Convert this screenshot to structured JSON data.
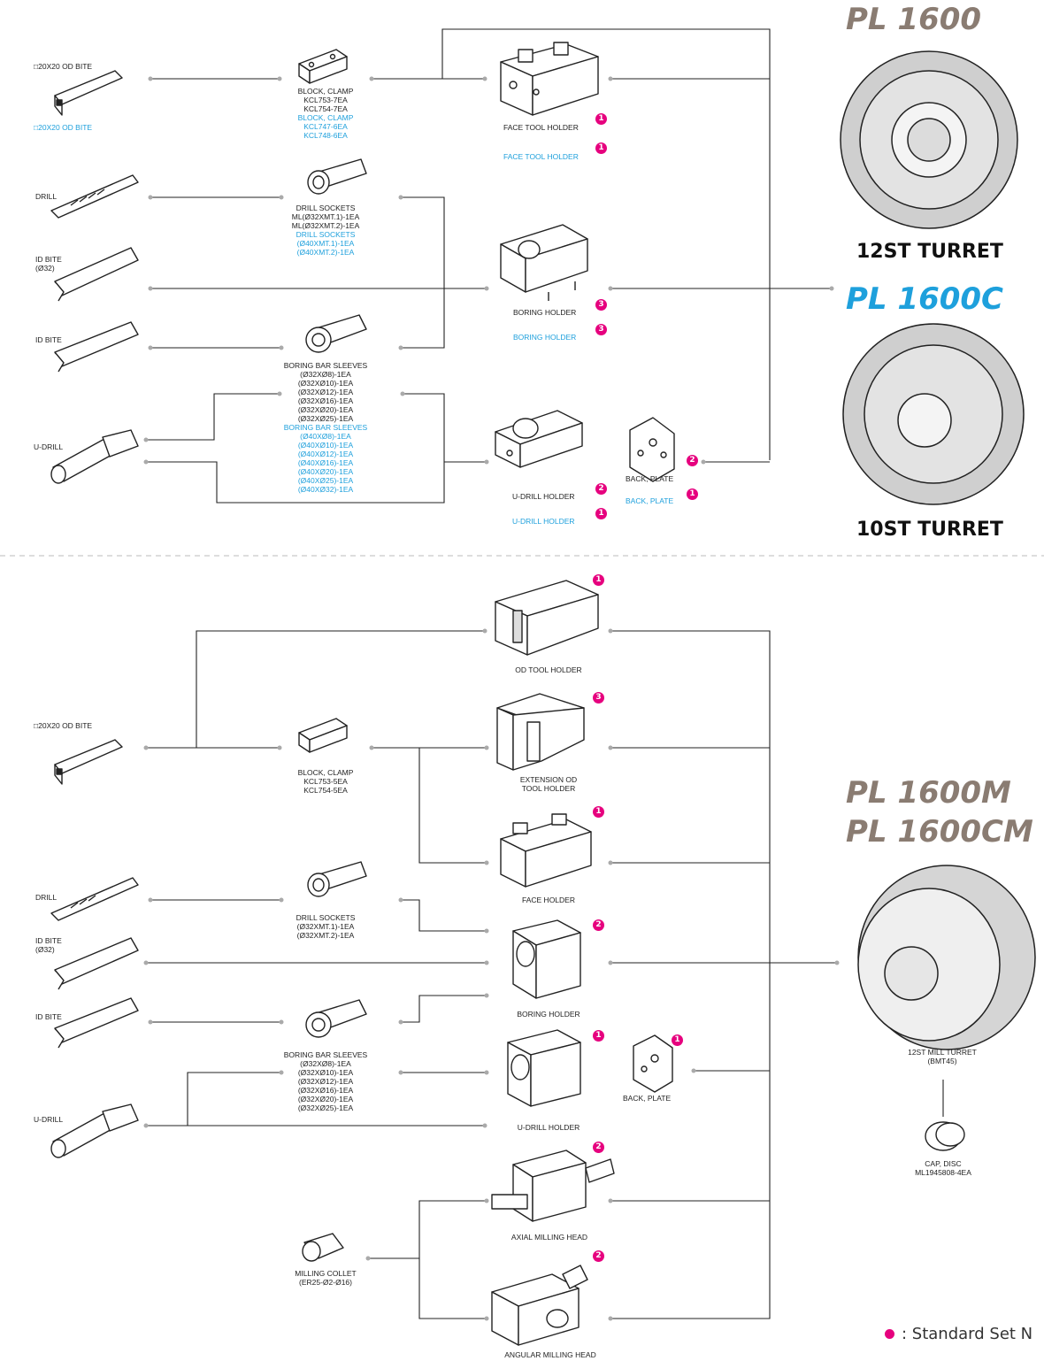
{
  "colors": {
    "badge": "#e6007e",
    "accent": "#1ea0dc",
    "brand": "#8a7c72"
  },
  "models": {
    "pl1600": "PL 1600",
    "pl1600c": "PL 1600C",
    "pl1600m": "PL 1600M",
    "pl1600cm": "PL 1600CM"
  },
  "turrets": {
    "t12": "12ST TURRET",
    "t10": "10ST TURRET",
    "mill1": "12ST MILL TURRET",
    "mill2": "(BMT45)"
  },
  "top": {
    "od_bite": "□20x20  OD  BITE",
    "od_bite_c": "□20x20  OD  BITE",
    "drill": "DRILL",
    "id_bite_32_a": "ID  BITE",
    "id_bite_32_b": "(ø32)",
    "id_bite": "ID  BITE",
    "udrill": "U-DRILL",
    "block": [
      "BLOCK, CLAMP",
      "KCL753-7EA",
      "KCL754-7EA"
    ],
    "block_c": [
      "BLOCK, CLAMP",
      "KCL747-6EA",
      "KCL748-6EA"
    ],
    "sockets": [
      "DRILL SOCKETS",
      "ML(ø32xMT.1)-1EA",
      "ML(ø32xMT.2)-1EA"
    ],
    "sockets_c": [
      "DRILL SOCKETS",
      "(ø40xMT.1)-1EA",
      "(ø40xMT.2)-1EA"
    ],
    "sleeves": [
      "BORING BAR SLEEVES",
      "(ø32xø8)-1EA",
      "(ø32xø10)-1EA",
      "(ø32xø12)-1EA",
      "(ø32xø16)-1EA",
      "(ø32xø20)-1EA",
      "(ø32xø25)-1EA"
    ],
    "sleeves_c": [
      "BORING BAR SLEEVES",
      "(ø40xø8)-1EA",
      "(ø40xø10)-1EA",
      "(ø40xø12)-1EA",
      "(ø40xø16)-1EA",
      "(ø40xø20)-1EA",
      "(ø40xø25)-1EA",
      "(ø40xø32)-1EA"
    ],
    "face_holder": "FACE TOOL HOLDER",
    "face_holder_c": "FACE TOOL HOLDER",
    "boring_holder": "BORING HOLDER",
    "boring_holder_c": "BORING HOLDER",
    "udrill_holder": "U-DRILL HOLDER",
    "udrill_holder_c": "U-DRILL HOLDER",
    "back_plate": "BACK, PLATE",
    "back_plate_c": "BACK, PLATE",
    "badges": {
      "face": "1",
      "face_c": "1",
      "boring": "3",
      "boring_c": "3",
      "udrill": "2",
      "udrill_c": "1",
      "back": "2",
      "back_c": "1"
    }
  },
  "bottom": {
    "od_bite": "□20x20  OD  BITE",
    "drill": "DRILL",
    "id_bite_32_a": "ID  BITE",
    "id_bite_32_b": "(ø32)",
    "id_bite": "ID  BITE",
    "udrill": "U-DRILL",
    "block": [
      "BLOCK, CLAMP",
      "KCL753-5EA",
      "KCL754-5EA"
    ],
    "sockets": [
      "DRILL SOCKETS",
      "(ø32xMT.1)-1EA",
      "(ø32xMT.2)-1EA"
    ],
    "sleeves": [
      "BORING BAR SLEEVES",
      "(ø32xø8)-1EA",
      "(ø32xø10)-1EA",
      "(ø32xø12)-1EA",
      "(ø32xø16)-1EA",
      "(ø32xø20)-1EA",
      "(ø32xø25)-1EA"
    ],
    "collet": [
      "MILLING COLLET",
      "(ER25-ø2-ø16)"
    ],
    "od_holder": "OD TOOL HOLDER",
    "ext_holder": [
      "EXTENSION OD",
      "TOOL HOLDER"
    ],
    "face_holder": "FACE HOLDER",
    "boring_holder": "BORING HOLDER",
    "udrill_holder": "U-DRILL HOLDER",
    "back_plate": "BACK, PLATE",
    "axial": "AXIAL MILLING HEAD",
    "angular": "ANGULAR MILLING HEAD",
    "cap": [
      "CAP, DISC",
      "ML1945808-4EA"
    ],
    "badges": {
      "od": "1",
      "ext": "3",
      "face": "1",
      "boring": "2",
      "udrill": "1",
      "back": "1",
      "axial": "2",
      "angular": "2"
    }
  },
  "legend": ":  Standard Set N"
}
